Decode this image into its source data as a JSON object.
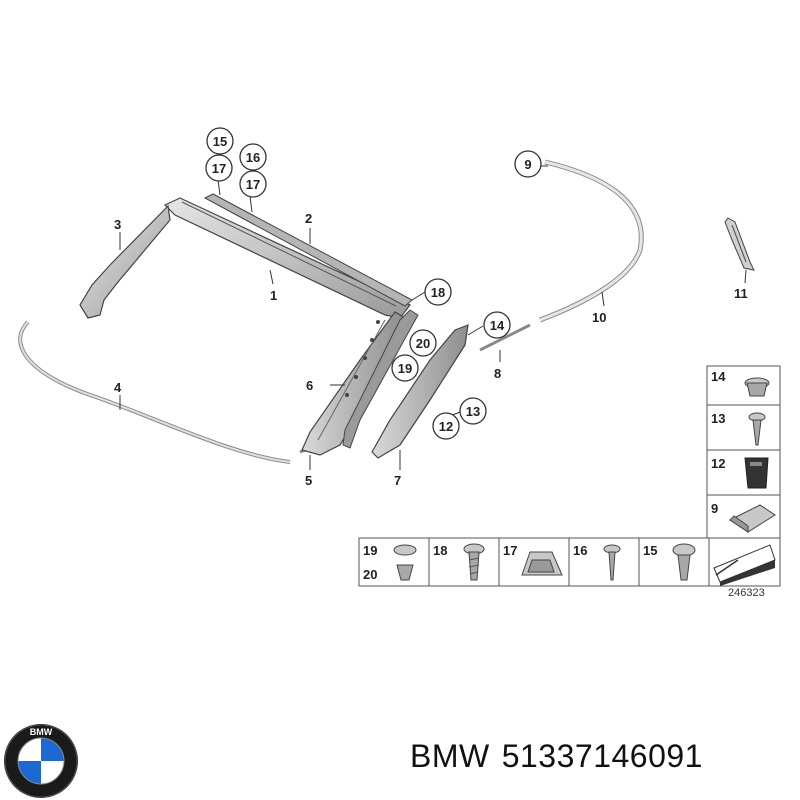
{
  "diagram": {
    "parts": [
      {
        "id": "p1",
        "label": "1"
      },
      {
        "id": "p2",
        "label": "2"
      },
      {
        "id": "p3",
        "label": "3"
      },
      {
        "id": "p4",
        "label": "4"
      },
      {
        "id": "p5",
        "label": "5"
      },
      {
        "id": "p6",
        "label": "6"
      },
      {
        "id": "p7",
        "label": "7"
      },
      {
        "id": "p8",
        "label": "8"
      },
      {
        "id": "p9",
        "label": "9"
      },
      {
        "id": "p10",
        "label": "10"
      },
      {
        "id": "p11",
        "label": "11"
      }
    ],
    "circled": {
      "c15": "15",
      "c16": "16",
      "c17a": "17",
      "c17b": "17",
      "c18": "18",
      "c20": "20",
      "c19": "19",
      "c14": "14",
      "c13": "13",
      "c12": "12",
      "c9": "9"
    },
    "legend_side": [
      "14",
      "13",
      "12",
      "9"
    ],
    "legend_bottom": [
      {
        "top": "19",
        "bottom": "20"
      },
      {
        "top": "18"
      },
      {
        "top": "17"
      },
      {
        "top": "16"
      },
      {
        "top": "15"
      }
    ],
    "drawing_number": "246323"
  },
  "footer": {
    "brand": "BMW",
    "part_number": "51337146091",
    "logo_letters": "BMW"
  },
  "colors": {
    "line": "#333333",
    "part_fill": "#c8c8c8",
    "part_dark": "#8a8a8a",
    "logo_blue": "#1c69d4",
    "logo_ring": "#1a1a1a"
  }
}
